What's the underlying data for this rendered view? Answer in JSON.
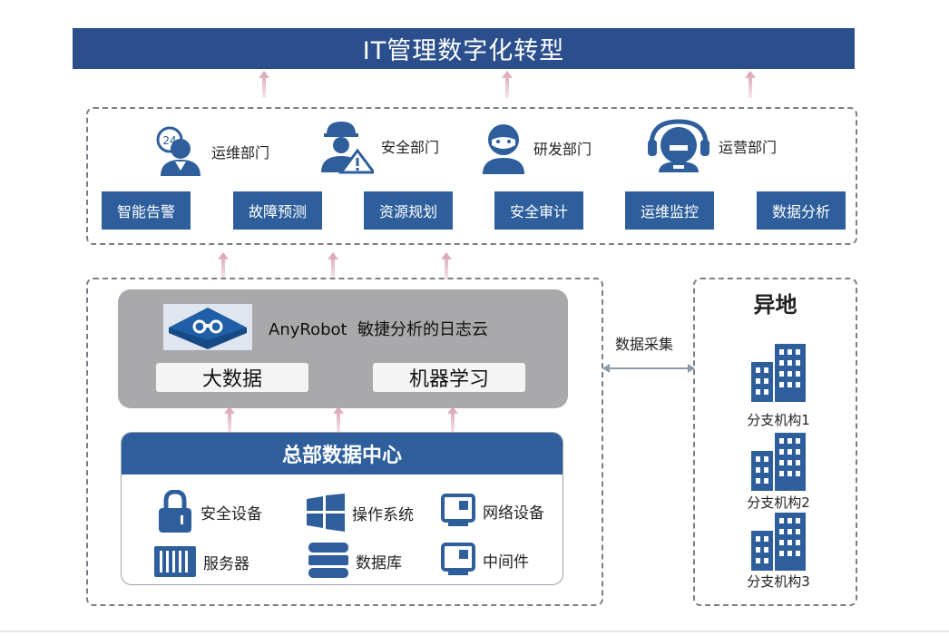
{
  "title": "IT管理数字化转型",
  "departments": [
    {
      "label": "运维部门",
      "icon": "support-24h-icon"
    },
    {
      "label": "安全部门",
      "icon": "security-worker-icon"
    },
    {
      "label": "研发部门",
      "icon": "developer-icon"
    },
    {
      "label": "运营部门",
      "icon": "operator-headset-icon"
    }
  ],
  "functions": [
    "智能告警",
    "故障预测",
    "资源规划",
    "安全审计",
    "运维监控",
    "数据分析"
  ],
  "platform": {
    "logo_icon": "anyrobot-logo-icon",
    "name": "AnyRobot  敏捷分析的日志云",
    "pillars": [
      "大数据",
      "机器学习"
    ]
  },
  "hq": {
    "title": "总部数据中心",
    "items": [
      {
        "label": "安全设备",
        "icon": "lock-icon"
      },
      {
        "label": "操作系统",
        "icon": "windows-icon"
      },
      {
        "label": "网络设备",
        "icon": "network-device-icon"
      },
      {
        "label": "服务器",
        "icon": "server-icon"
      },
      {
        "label": "数据库",
        "icon": "database-icon"
      },
      {
        "label": "中间件",
        "icon": "middleware-icon"
      }
    ]
  },
  "collection_label": "数据采集",
  "remote": {
    "title": "异地",
    "branches": [
      "分支机构1",
      "分支机构2",
      "分支机构3"
    ]
  },
  "colors": {
    "title_bg": "#2b4f8c",
    "button_bg": "#2e5f9c",
    "icon_blue": "#2e5f9c",
    "arrow_pink": "#e9b9c6",
    "gray_panel": "#a9a9ab"
  }
}
